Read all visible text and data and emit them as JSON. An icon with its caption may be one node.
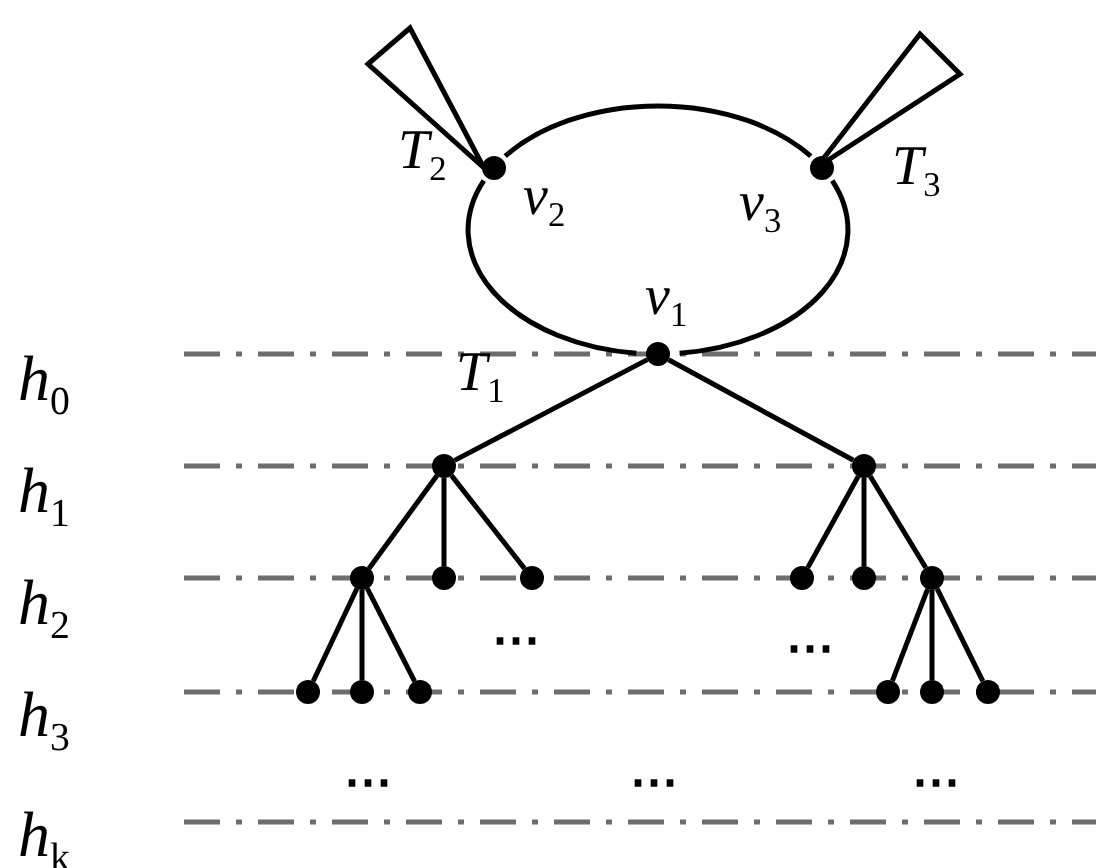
{
  "diagram": {
    "nodes": [
      {
        "text": [],
        "shape": "triangle",
        "beside": [
          "*T*$_{2}$"
        ]
      },
      {
        "text": [],
        "shape": "triangle",
        "beside": [
          "*T*$_{3}$"
        ]
      },
      {
        "text": [],
        "shape": "circle",
        "beside": [
          "*v*$_{2}$"
        ]
      },
      {
        "text": [],
        "shape": "circle",
        "beside": [
          "*v*$_{3}$"
        ]
      },
      {
        "text": [],
        "shape": "circle",
        "beside": [
          "*v*$_{1}$"
        ]
      },
      {
        "text": [],
        "shape": "circle"
      },
      {
        "text": [],
        "shape": "circle"
      },
      {
        "text": [],
        "shape": "circle"
      },
      {
        "text": [],
        "shape": "circle"
      },
      {
        "text": [],
        "shape": "circle"
      },
      {
        "text": [],
        "shape": "circle"
      },
      {
        "text": [],
        "shape": "circle"
      },
      {
        "text": [],
        "shape": "circle"
      },
      {
        "text": [],
        "shape": "circle"
      },
      {
        "text": [],
        "shape": "circle"
      },
      {
        "text": [],
        "shape": "circle"
      },
      {
        "text": [],
        "shape": "circle"
      },
      {
        "text": [],
        "shape": "circle"
      },
      {
        "text": [],
        "shape": "circle"
      }
    ],
    "edges": [
      {
        "from": 4,
        "to": 2,
        "arrow": "none"
      },
      {
        "from": 2,
        "to": 3,
        "arrow": "none"
      },
      {
        "from": 3,
        "to": 4,
        "arrow": "none"
      },
      {
        "from": 4,
        "to": 5,
        "arrow": "none"
      },
      {
        "from": 4,
        "to": 6,
        "arrow": "none"
      },
      {
        "from": 5,
        "to": 7,
        "arrow": "none"
      },
      {
        "from": 5,
        "to": 8,
        "arrow": "none"
      },
      {
        "from": 5,
        "to": 9,
        "arrow": "none"
      },
      {
        "from": 6,
        "to": 10,
        "arrow": "none"
      },
      {
        "from": 6,
        "to": 11,
        "arrow": "none"
      },
      {
        "from": 6,
        "to": 12,
        "arrow": "none"
      },
      {
        "from": 7,
        "to": 13,
        "arrow": "none"
      },
      {
        "from": 7,
        "to": 14,
        "arrow": "none"
      },
      {
        "from": 7,
        "to": 15,
        "arrow": "none"
      },
      {
        "from": 12,
        "to": 16,
        "arrow": "none"
      },
      {
        "from": 12,
        "to": 17,
        "arrow": "none"
      },
      {
        "from": 12,
        "to": 18,
        "arrow": "none"
      }
    ],
    "labels": [
      "*T*$_{1}$",
      "*h*$_{0}$",
      "*h*$_{1}$",
      "*h*$_{2}$",
      "⋯",
      "⋯",
      "*h*$_{3}$",
      "⋯",
      "⋯",
      "⋯",
      "*h*$_{k}$"
    ]
  }
}
